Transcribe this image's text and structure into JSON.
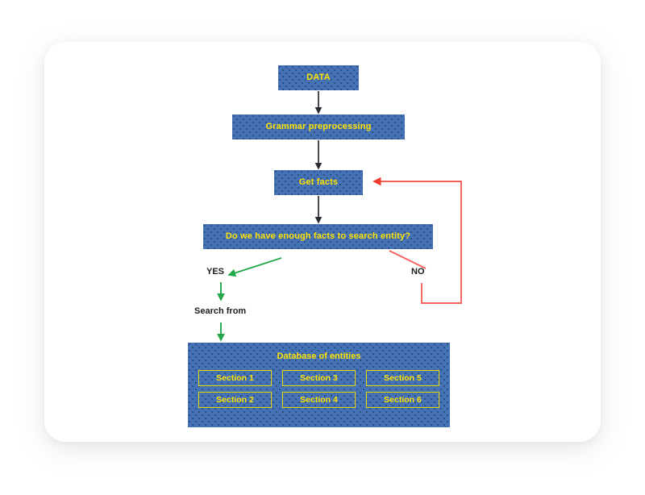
{
  "canvas": {
    "background": "#ffffff",
    "card_background": "#ffffff"
  },
  "palette": {
    "node_fill": "#4472b4",
    "node_dot": "#1a3460",
    "node_text": "#ffe400",
    "section_border": "#e8d800",
    "arrow_default": "#2b2b33",
    "arrow_yes": "#22a84a",
    "arrow_no": "#f4615a",
    "label_text": "#1c1c22"
  },
  "chart_data": {
    "type": "diagram",
    "title": "Entity search flowchart",
    "nodes": [
      {
        "id": "data",
        "label": "DATA",
        "shape": "process"
      },
      {
        "id": "grammar",
        "label": "Grammar preprocessing",
        "shape": "process"
      },
      {
        "id": "getfacts",
        "label": "Get facts",
        "shape": "process"
      },
      {
        "id": "decision",
        "label": "Do we have enough facts to search entity?",
        "shape": "decision"
      },
      {
        "id": "database",
        "label": "Database of entities",
        "shape": "container"
      }
    ],
    "edges": [
      {
        "from": "data",
        "to": "grammar",
        "label": "",
        "color": "#2b2b33"
      },
      {
        "from": "grammar",
        "to": "getfacts",
        "label": "",
        "color": "#2b2b33"
      },
      {
        "from": "getfacts",
        "to": "decision",
        "label": "",
        "color": "#2b2b33"
      },
      {
        "from": "decision",
        "to": "yes",
        "label": "YES",
        "color": "#22a84a"
      },
      {
        "from": "yes",
        "to": "database",
        "label": "Search from",
        "color": "#22a84a"
      },
      {
        "from": "decision",
        "to": "getfacts",
        "label": "NO",
        "color": "#f4615a"
      }
    ]
  },
  "flow": {
    "nodes": {
      "data": {
        "label": "DATA"
      },
      "grammar": {
        "label": "Grammar preprocessing"
      },
      "getfacts": {
        "label": "Get facts"
      },
      "decision": {
        "label": "Do we have enough facts to search entity?"
      }
    },
    "labels": {
      "yes": "YES",
      "no": "NO",
      "search_from": "Search from"
    },
    "database": {
      "title": "Database of entities",
      "sections": [
        {
          "label": "Section 1"
        },
        {
          "label": "Section 3"
        },
        {
          "label": "Section 5"
        },
        {
          "label": "Section 2"
        },
        {
          "label": "Section 4"
        },
        {
          "label": "Section 6"
        }
      ]
    }
  }
}
